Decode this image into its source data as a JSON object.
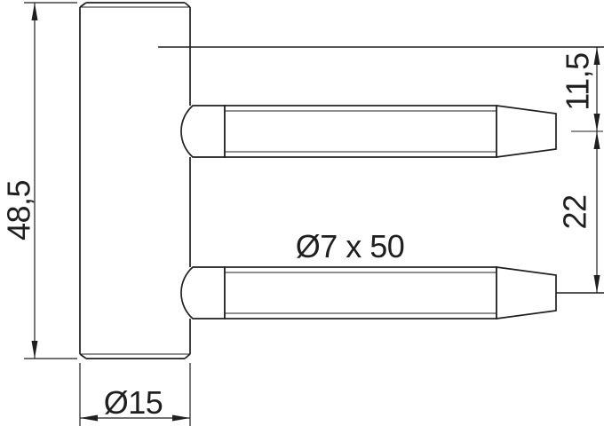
{
  "drawing": {
    "title": "hinge-part-dimension-drawing",
    "colors": {
      "line": "#1f1f1f",
      "background": "#ffffff"
    },
    "dimensions": {
      "body_height": {
        "label": "48,5"
      },
      "body_diameter": {
        "label": "Ø15"
      },
      "pin_spec": {
        "label": "Ø7 x 50"
      },
      "pin1_offset_from_top": {
        "label": "11,5"
      },
      "pin_spacing": {
        "label": "22"
      }
    }
  }
}
